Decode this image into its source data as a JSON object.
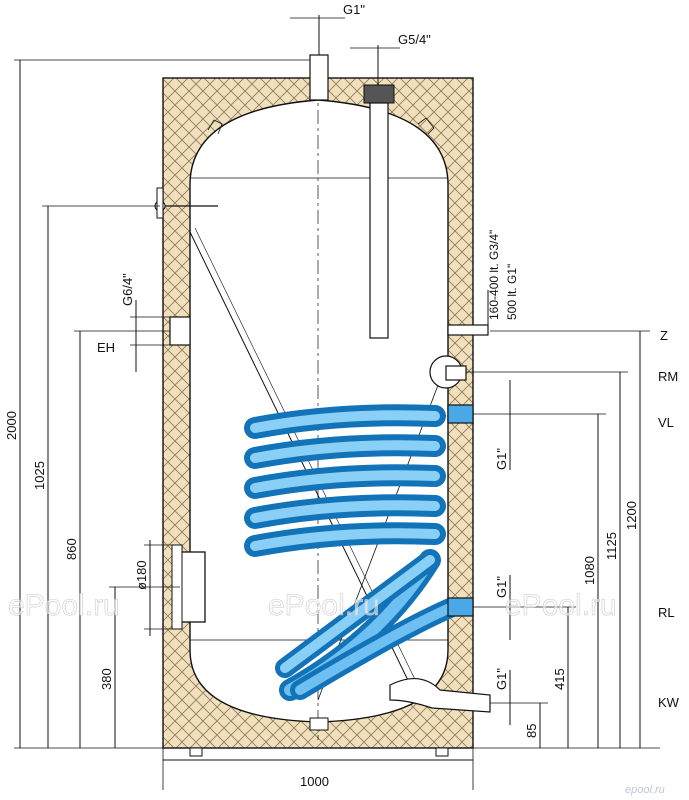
{
  "connections": {
    "top_outlet": "G1\"",
    "anode": "G5/4\"",
    "anode_size": "160-400 lt. G3/4\"",
    "anode_size_500": "500 lt. G1\"",
    "heater_thread": "G6/4\"",
    "heater_label": "EH",
    "coil_thread_upper": "G1\"",
    "coil_thread_lower": "G1\"",
    "cold_thread": "G1\"",
    "flange": "ø180"
  },
  "port_labels": {
    "z": "Z",
    "rm": "RM",
    "vl": "VL",
    "rl": "RL",
    "kw": "KW"
  },
  "dimensions": {
    "total_height": "2000",
    "thermometer_height": "1025",
    "heater_height": "860",
    "flange_height": "380",
    "width": "1000",
    "z_height": "1200",
    "rm_height": "1125",
    "vl_height": "1080",
    "rl_height": "415",
    "kw_height": "85"
  },
  "watermark": {
    "text": "ePool.ru",
    "site": "epool.ru"
  }
}
